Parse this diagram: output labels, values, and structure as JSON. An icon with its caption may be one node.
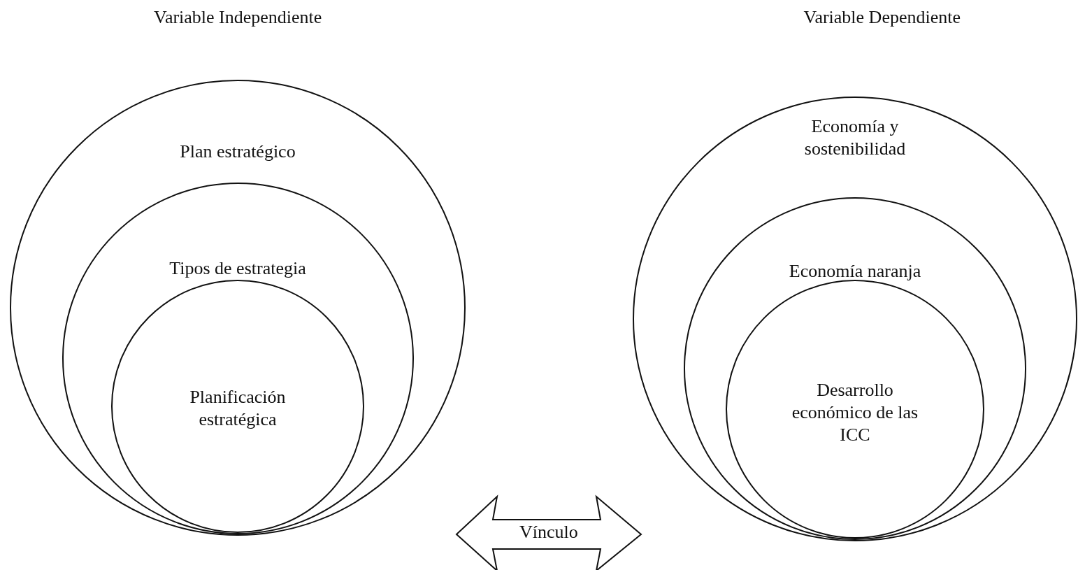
{
  "diagram": {
    "nodes": [
      {
        "text": [
          "Plan estratégico"
        ]
      },
      {
        "text": [
          "Tipos de estrategia"
        ],
        "in": 0
      },
      {
        "text": [
          "Planificación estratégica"
        ],
        "in": 1
      },
      {
        "text": [
          "Economía y sostenibilidad"
        ]
      },
      {
        "text": [
          "Economía naranja"
        ],
        "in": 3
      },
      {
        "text": [
          "Desarrollo económico de las ICC"
        ],
        "in": 4
      }
    ],
    "edges": [
      {
        "from": 0,
        "to": 3,
        "arrow": "both",
        "label": "Vínculo"
      }
    ],
    "labels": [
      "Variable Independiente",
      "Variable Dependiente"
    ]
  }
}
